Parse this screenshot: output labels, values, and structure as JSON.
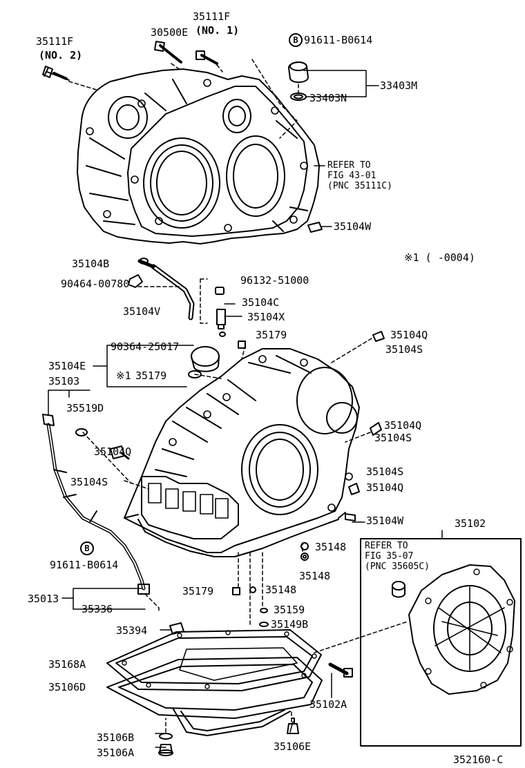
{
  "diagram_code": "352160-C",
  "header_note": "※1 (       -0004)",
  "star_marker": "※1",
  "b_marker": "B",
  "labels": {
    "p35111F_2": "35111F",
    "p35111F_2_sub": "(NO. 2)",
    "p35111F_1": "35111F",
    "p35111F_1_sub": "(NO. 1)",
    "p30500E": "30500E",
    "p91611_top": "91611-B0614",
    "p33403M": "33403M",
    "p33403N": "33403N",
    "p35104W_top": "35104W",
    "p35104B": "35104B",
    "p90464": "90464-00780",
    "p35104V": "35104V",
    "p96132": "96132-51000",
    "p35104C": "35104C",
    "p35104X": "35104X",
    "p35179_top": "35179",
    "p35104Q_a": "35104Q",
    "p35104S_a": "35104S",
    "p90364": "90364-25017",
    "p35104E": "35104E",
    "p35179_star": "35179",
    "p35103": "35103",
    "p35519D": "35519D",
    "p35104Q_b": "35104Q",
    "p35104S_b": "35104S",
    "p35104Q_c": "35104Q",
    "p35104S_c": "35104S",
    "p35104S_d": "35104S",
    "p35104Q_d": "35104Q",
    "p35104W_mid": "35104W",
    "p35102": "35102",
    "p91611_bot": "91611-B0614",
    "p35148_a": "35148",
    "p35148_b": "35148",
    "p35179_bot": "35179",
    "p35148_c": "35148",
    "p35013": "35013",
    "p35336": "35336",
    "p35159": "35159",
    "p35149B": "35149B",
    "p35394": "35394",
    "p35168A": "35168A",
    "p35106D": "35106D",
    "p35102A": "35102A",
    "p35106B": "35106B",
    "p35106A": "35106A",
    "p35106E": "35106E"
  },
  "refer_top": [
    "REFER TO",
    "FIG 43-01",
    "(PNC 35111C)"
  ],
  "refer_box": [
    "REFER TO",
    "FIG 35-07",
    "(PNC 35605C)"
  ]
}
